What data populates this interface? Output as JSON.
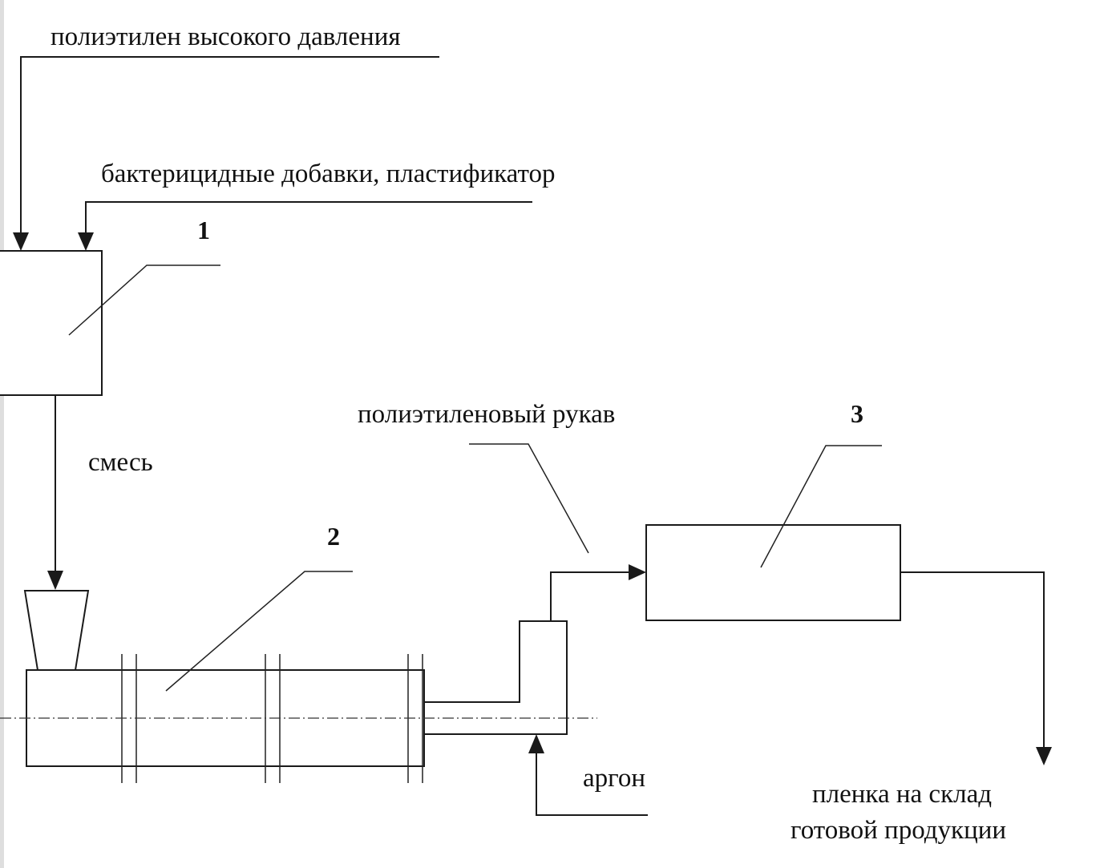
{
  "diagram": {
    "inputs": {
      "polyethylene": "полиэтилен высокого давления",
      "additives": "бактерицидные добавки, пластификатор",
      "argon": "аргон"
    },
    "flows": {
      "mixture": "смесь",
      "sleeve": "полиэтиленовый рукав"
    },
    "output": {
      "line1": "пленка на склад",
      "line2": "готовой продукции"
    },
    "units": {
      "mixer": "1",
      "extruder": "2",
      "unit3": "3"
    },
    "colors": {
      "ink": "#1a1a1a",
      "paper": "#ffffff"
    }
  }
}
